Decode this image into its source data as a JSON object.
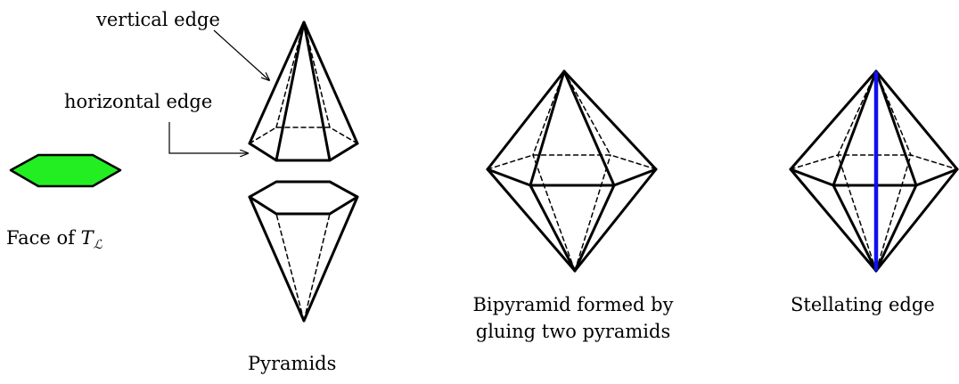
{
  "labels": {
    "vertical_edge": "vertical edge",
    "horizontal_edge": "horizontal edge",
    "face_prefix": "Face of ",
    "face_symbol": "T",
    "face_subscript": "ℒ",
    "pyramids": "Pyramids",
    "bipyramid_line1": "Bipyramid formed by",
    "bipyramid_line2": "gluing two pyramids",
    "stellating": "Stellating edge"
  },
  "colors": {
    "face_fill": "#22ee22",
    "stroke": "#000000",
    "stellating_edge": "#1010ee"
  }
}
